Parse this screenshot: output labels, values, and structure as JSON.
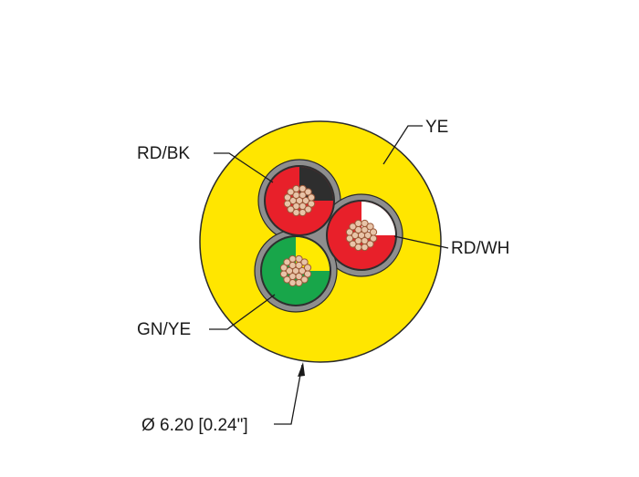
{
  "labels": {
    "jacket": "YE",
    "conductor_1": "RD/BK",
    "conductor_2": "RD/WH",
    "conductor_3": "GN/YE",
    "diameter": "Ø 6.20 [0.24\"]"
  },
  "colors": {
    "jacket": "#ffe600",
    "jacket_edge": "#2a2a2a",
    "filler": "#8e8e8e",
    "red": "#e8202a",
    "black": "#2e2e2e",
    "white": "#ffffff",
    "green": "#18a64a",
    "yellow": "#ffea00",
    "copper_fill": "#e8c4a8",
    "copper_edge": "#9b5a3a"
  }
}
